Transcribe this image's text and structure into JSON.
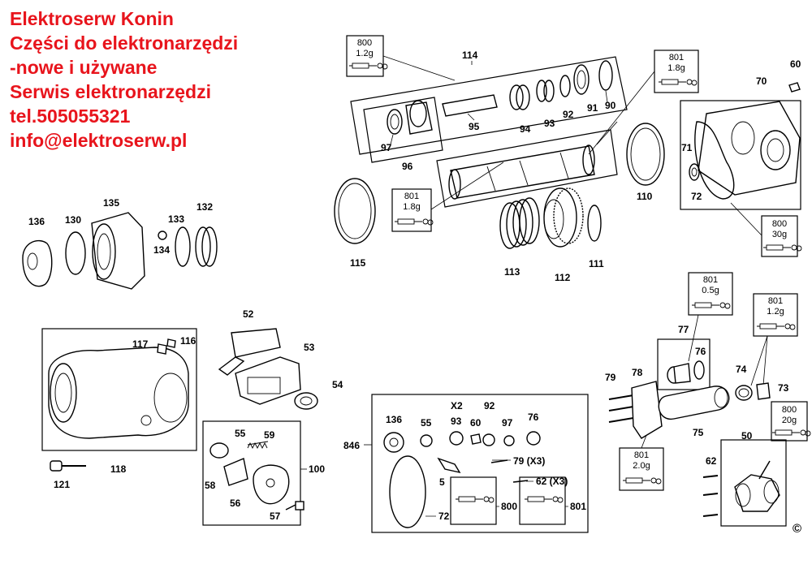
{
  "header": {
    "lines": [
      "Elektroserw Konin",
      "Części do elektronarzędzi",
      "-nowe i używane",
      "Serwis elektronarzędzi",
      "tel.505055321",
      "info@elektroserw.pl"
    ],
    "color": "#e8141c"
  },
  "copyright": "©",
  "grease_boxes": [
    {
      "code": "800",
      "amount": "1.2g"
    },
    {
      "code": "801",
      "amount": "1.8g"
    },
    {
      "code": "801",
      "amount": "1.8g"
    },
    {
      "code": "800",
      "amount": "30g"
    },
    {
      "code": "801",
      "amount": "0.5g"
    },
    {
      "code": "801",
      "amount": "1.2g"
    },
    {
      "code": "800",
      "amount": "20g"
    },
    {
      "code": "801",
      "amount": "2.0g"
    }
  ],
  "part_labels": {
    "p114": "114",
    "p60": "60",
    "p70": "70",
    "p95": "95",
    "p94": "94",
    "p93": "93",
    "p92": "92",
    "p91": "91",
    "p90": "90",
    "p97": "97",
    "p96": "96",
    "p71": "71",
    "p72": "72",
    "p110": "110",
    "p136": "136",
    "p135": "135",
    "p130": "130",
    "p133": "133",
    "p132": "132",
    "p134": "134",
    "p115": "115",
    "p113": "113",
    "p112": "112",
    "p111": "111",
    "p52": "52",
    "p117": "117",
    "p116": "116",
    "p53": "53",
    "p54": "54",
    "p77": "77",
    "p76": "76",
    "p74": "74",
    "p73": "73",
    "p79": "79",
    "p78": "78",
    "p75": "75",
    "p118": "118",
    "p121": "121",
    "p55": "55",
    "p59": "59",
    "p58": "58",
    "p56": "56",
    "p57": "57",
    "p100": "100",
    "p50": "50",
    "p62": "62",
    "k136": "136",
    "k55": "55",
    "kx2": "X2",
    "k93": "93",
    "k60": "60",
    "k92": "92",
    "k97": "97",
    "k76": "76",
    "k846": "846",
    "k79": "79 (X3)",
    "k5": "5",
    "k62": "62 (X3)",
    "k72": "72",
    "k800": "800",
    "k801": "801"
  }
}
